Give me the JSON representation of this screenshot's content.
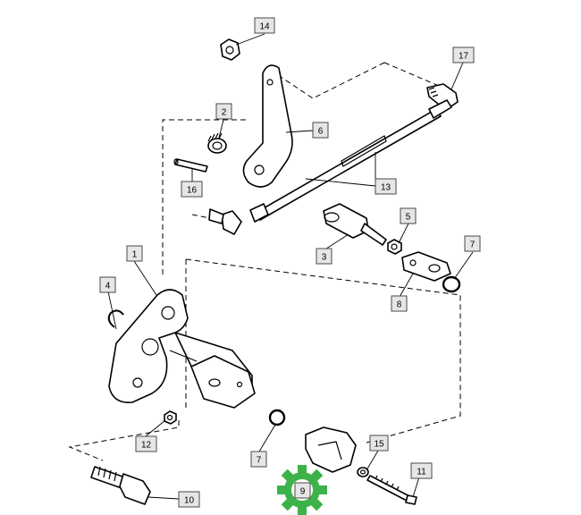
{
  "callouts": [
    {
      "id": "c14",
      "label": "14"
    },
    {
      "id": "c17",
      "label": "17"
    },
    {
      "id": "c2",
      "label": "2"
    },
    {
      "id": "c6",
      "label": "6"
    },
    {
      "id": "c16",
      "label": "16"
    },
    {
      "id": "c13",
      "label": "13"
    },
    {
      "id": "c5",
      "label": "5"
    },
    {
      "id": "c3",
      "label": "3"
    },
    {
      "id": "c7a",
      "label": "7"
    },
    {
      "id": "c8",
      "label": "8"
    },
    {
      "id": "c1",
      "label": "1"
    },
    {
      "id": "c4",
      "label": "4"
    },
    {
      "id": "c12",
      "label": "12"
    },
    {
      "id": "c7b",
      "label": "7"
    },
    {
      "id": "c15",
      "label": "15"
    },
    {
      "id": "c11",
      "label": "11"
    },
    {
      "id": "c10",
      "label": "10"
    },
    {
      "id": "c9",
      "label": "9"
    }
  ],
  "colors": {
    "gear": "#3db24a",
    "callout_fill": "#e6e6e6"
  },
  "icons": {
    "settings": "gear-icon"
  }
}
